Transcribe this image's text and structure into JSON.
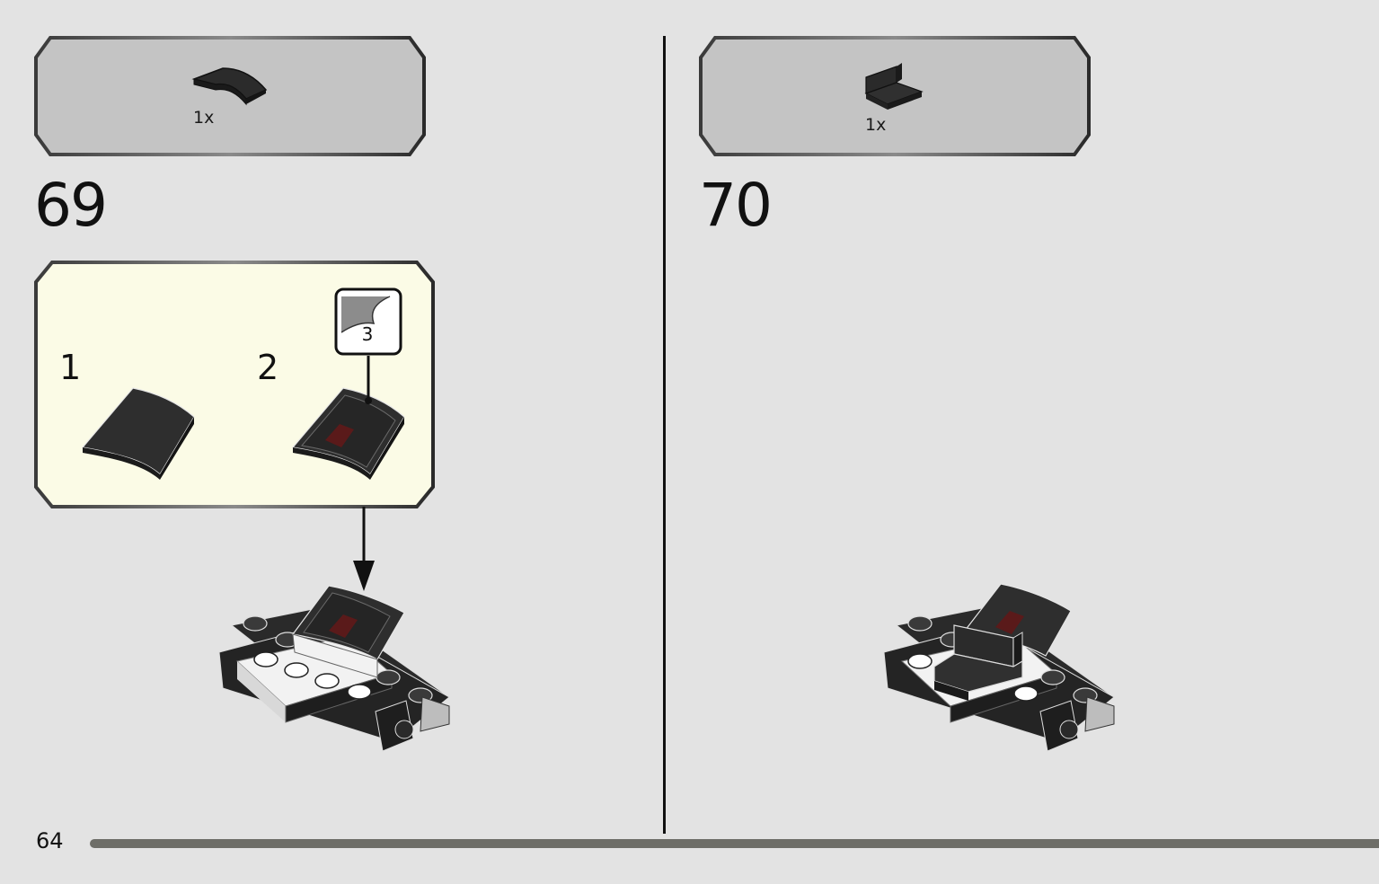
{
  "steps": [
    {
      "number": "69",
      "parts": [
        {
          "qty": "1x",
          "icon": "curved-slope-tile-icon"
        }
      ]
    },
    {
      "number": "70",
      "parts": [
        {
          "qty": "1x",
          "icon": "bracket-plate-icon"
        }
      ]
    }
  ],
  "subassembly": {
    "steps": [
      {
        "number": "1"
      },
      {
        "number": "2",
        "sticker_number": "3"
      }
    ]
  },
  "page": {
    "number": "64"
  },
  "colors": {
    "background": "#e3e3e3",
    "parts_box": "#c4c4c4",
    "subassembly_box": "#fbfbe6",
    "page_bar": "#6e6e68"
  }
}
